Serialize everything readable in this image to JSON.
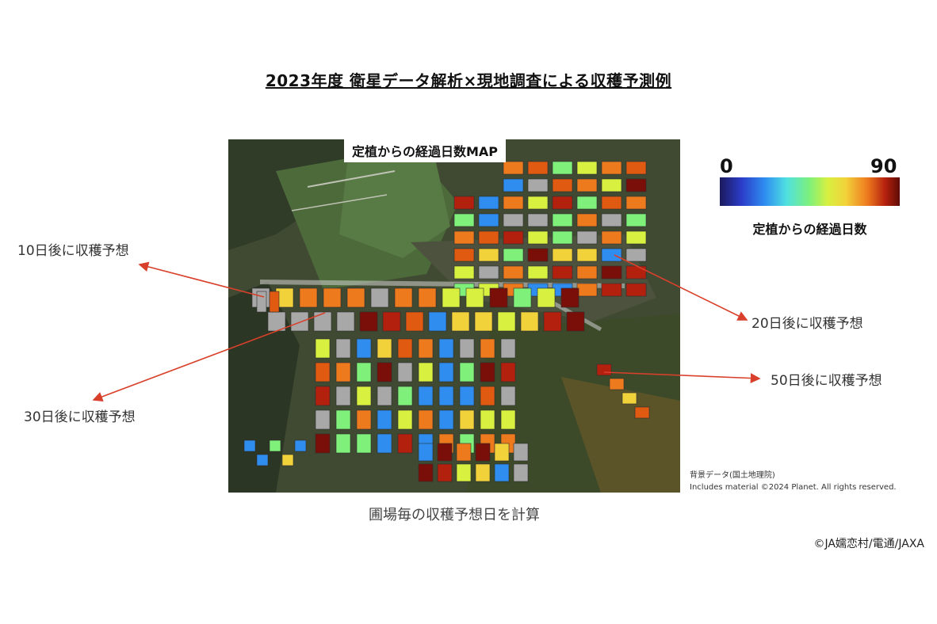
{
  "title": "2023年度 衛星データ解析×現地調査による収穫予測例",
  "map": {
    "title": "定植からの経過日数MAP",
    "background_credit_line1": "背景データ(国土地理院)",
    "background_credit_line2": "Includes material ©2024 Planet. All rights reserved."
  },
  "legend": {
    "min": "0",
    "max": "90",
    "caption": "定植からの経過日数",
    "colors": [
      "#1b1a5c",
      "#2b3cc8",
      "#2f8df0",
      "#4fe0e0",
      "#7ff07a",
      "#d8f040",
      "#f2d23a",
      "#ee7a1e",
      "#b4200e",
      "#5e0c06"
    ]
  },
  "annotations": [
    {
      "label": "10日後に収穫予想"
    },
    {
      "label": "30日後に収穫予想"
    },
    {
      "label": "20日後に収穫予想"
    },
    {
      "label": "50日後に収穫予想"
    }
  ],
  "caption": "圃場毎の収穫予想日を計算",
  "copyright": "©JA嬬恋村/電通/JAXA",
  "colors": {
    "arrow": "#d9402b",
    "field_gray": "#a8a8a8"
  }
}
